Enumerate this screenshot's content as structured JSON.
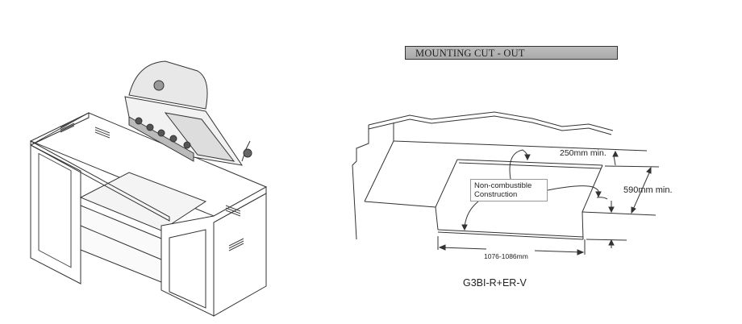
{
  "header": {
    "title": "MOUNTING CUT - OUT"
  },
  "diagram": {
    "label_non_combustible_line1": "Non-combustible",
    "label_non_combustible_line2": "Construction",
    "dim_rear_clearance": "250mm min.",
    "dim_depth": "590mm min.",
    "dim_width": "1076-1086mm",
    "model": "G3BI-R+ER-V"
  }
}
